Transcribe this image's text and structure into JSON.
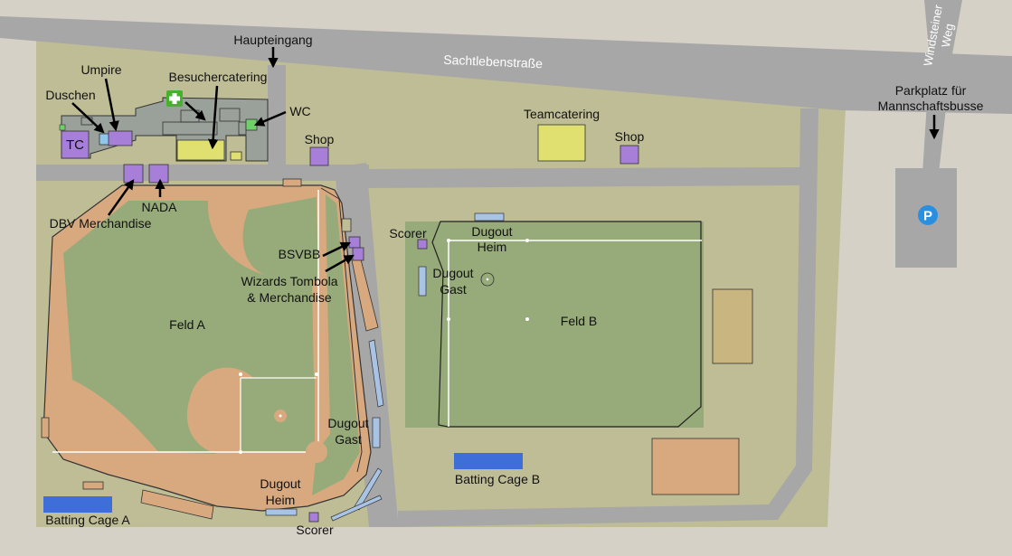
{
  "colors": {
    "background": "#d6d1c6",
    "grass_area": "#bfbd95",
    "road": "#a7a7a7",
    "field_green": "#97aa79",
    "infield_dirt": "#d8a97f",
    "building": "#9aa19a",
    "purple_booth": "#a77fd9",
    "yellow_booth": "#dfe070",
    "dugout_blue": "#a8c3e4",
    "batting_cage": "#3e6ed8",
    "first_aid": "#45b12d",
    "parking_badge": "#2b8fe0"
  },
  "streets": {
    "main": "Sachtlebenstraße",
    "side_line1": "Windsteiner",
    "side_line2": "Weg"
  },
  "labels": {
    "haupteingang": "Haupteingang",
    "umpire": "Umpire",
    "duschen": "Duschen",
    "besuchercatering": "Besuchercatering",
    "wc": "WC",
    "tc": "TC",
    "shop_left": "Shop",
    "teamcatering": "Teamcatering",
    "shop_right": "Shop",
    "parkplatz_line1": "Parkplatz für",
    "parkplatz_line2": "Mannschaftsbusse",
    "parking_symbol": "P",
    "nada": "NADA",
    "dbv_merchandise": "DBV Merchandise",
    "bsvbb": "BSVBB",
    "wizards_line1": "Wizards Tombola",
    "wizards_line2": "& Merchandise",
    "feld_a": "Feld A",
    "feld_b": "Feld B",
    "scorer_b": "Scorer",
    "dugout_heim_b_line1": "Dugout",
    "dugout_heim_b_line2": "Heim",
    "dugout_gast_b_line1": "Dugout",
    "dugout_gast_b_line2": "Gast",
    "dugout_gast_a_line1": "Dugout",
    "dugout_gast_a_line2": "Gast",
    "dugout_heim_a_line1": "Dugout",
    "dugout_heim_a_line2": "Heim",
    "scorer_a": "Scorer",
    "batting_cage_a": "Batting Cage A",
    "batting_cage_b": "Batting Cage B"
  },
  "icons": {
    "first_aid": "first-aid-cross-icon",
    "parking": "parking-icon",
    "arrows": "arrow-icon"
  }
}
